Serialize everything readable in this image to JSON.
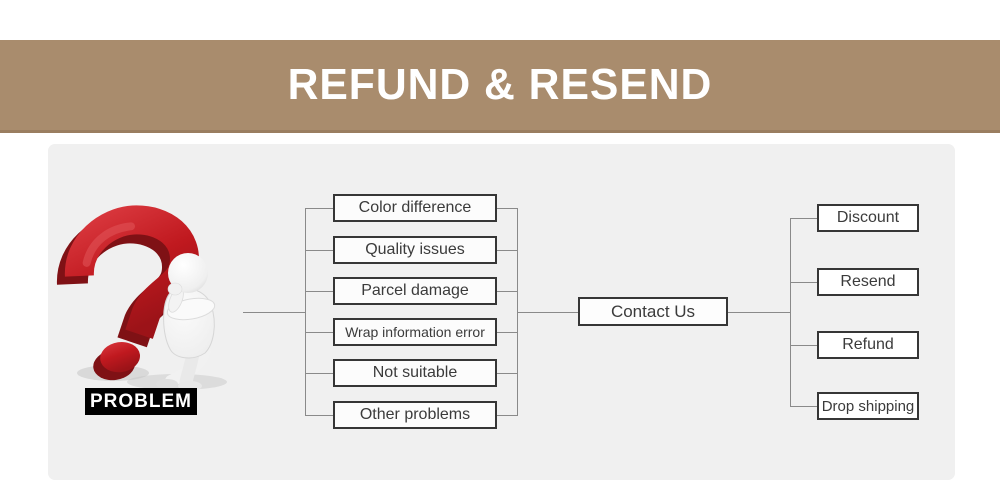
{
  "banner": {
    "title": "REFUND & RESEND",
    "bg": "#a98c6d",
    "text_color": "#ffffff"
  },
  "figure": {
    "label": "PROBLEM"
  },
  "problems": [
    "Color difference",
    "Quality issues",
    "Parcel damage",
    "Wrap information error",
    "Not suitable",
    "Other problems"
  ],
  "hub": {
    "label": "Contact Us"
  },
  "solutions": [
    "Discount",
    "Resend",
    "Refund",
    "Drop shipping"
  ],
  "colors": {
    "banner_bg": "#a98c6d",
    "banner_edge": "#9a7e60",
    "panel_bg": "#f0f0f0",
    "node_border": "#363636",
    "node_bg": "#fcfcfc",
    "line": "#8a8a8a",
    "question_red": "#c5242a",
    "question_red_dark": "#7f1115",
    "problem_label_bg": "#000000",
    "text": "#3b3b3b"
  }
}
